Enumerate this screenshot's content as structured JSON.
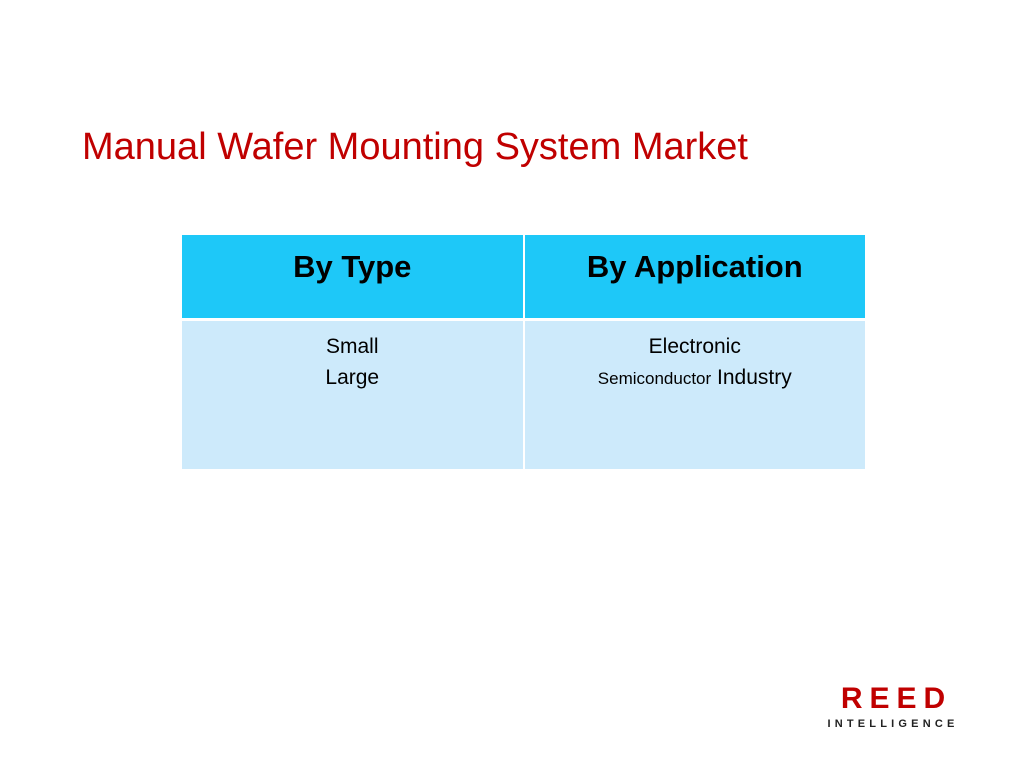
{
  "slide": {
    "title": "Manual Wafer Mounting System Market"
  },
  "table": {
    "headers": [
      "By Type",
      "By Application"
    ],
    "type_items": [
      "Small",
      "Large"
    ],
    "application_items": {
      "line1": "Electronic",
      "line2_small": "Semiconductor",
      "line2_rest": " Industry"
    },
    "colors": {
      "header_bg": "#1ec8f8",
      "body_bg": "#cdeafb"
    }
  },
  "logo": {
    "main": "REED",
    "sub": "INTELLIGENCE",
    "color": "#c00000"
  },
  "colors": {
    "title": "#c00000"
  }
}
